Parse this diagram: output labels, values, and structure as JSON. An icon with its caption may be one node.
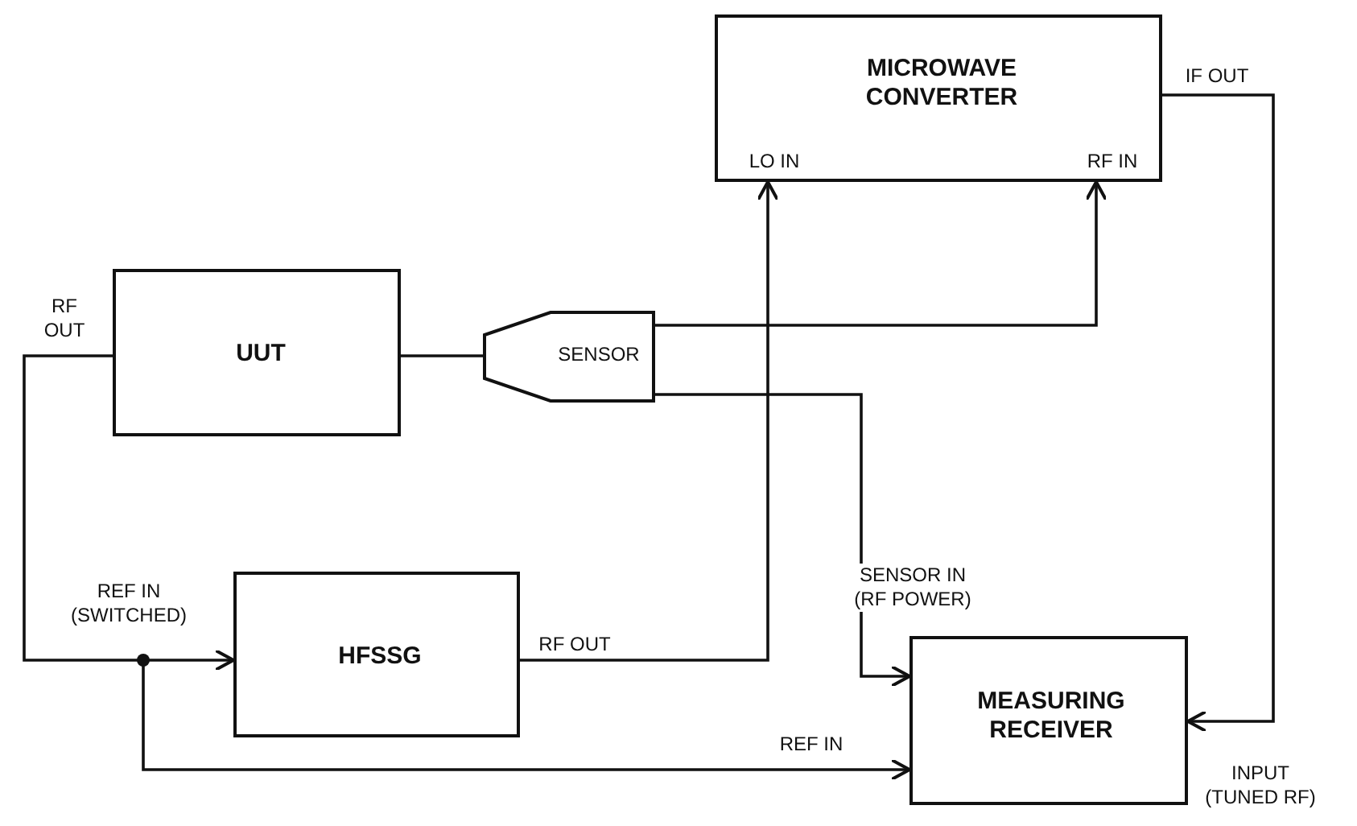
{
  "diagram": {
    "nodes": [
      {
        "text": [
          "MICROWAVE CONVERTER",
          "LO IN",
          "RF IN"
        ],
        "beside": [
          "IF OUT"
        ]
      },
      {
        "text": [
          "UUT"
        ],
        "beside": [
          "RF OUT"
        ]
      },
      {
        "text": [
          "SENSOR"
        ]
      },
      {
        "text": [
          "HFSSG"
        ],
        "beside": [
          "REF IN (SWITCHED)",
          "RF OUT"
        ]
      },
      {
        "text": [
          "MEASURING RECEIVER"
        ],
        "beside": [
          "SENSOR IN (RF POWER)",
          "INPUT (TUNED RF)"
        ]
      }
    ],
    "edges": [
      {
        "from": 1,
        "to": 3,
        "arrow": "to"
      },
      {
        "from": 1,
        "to": 4,
        "arrow": "to",
        "label": "REF IN"
      },
      {
        "from": 1,
        "to": 2,
        "arrow": "none"
      },
      {
        "from": 2,
        "to": 0,
        "arrow": "to"
      },
      {
        "from": 2,
        "to": 4,
        "arrow": "to"
      },
      {
        "from": 3,
        "to": 0,
        "arrow": "to"
      },
      {
        "from": 0,
        "to": 4,
        "arrow": "to"
      }
    ]
  }
}
